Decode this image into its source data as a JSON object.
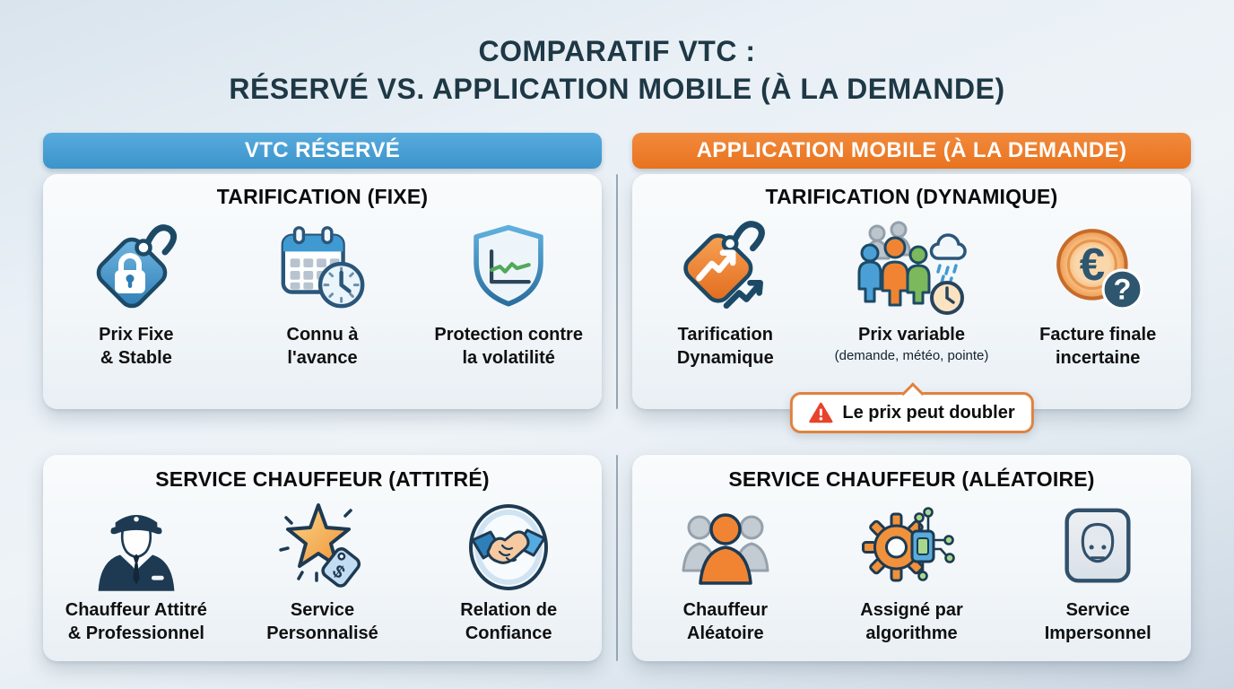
{
  "title": {
    "line1": "COMPARATIF VTC :",
    "line2": "RÉSERVÉ VS. APPLICATION MOBILE (À LA DEMANDE)"
  },
  "left": {
    "header": "VTC RÉSERVÉ",
    "tarification": {
      "title": "TARIFICATION (FIXE)",
      "items": [
        {
          "icon": "price-tag-lock-icon",
          "label": "Prix Fixe\n& Stable"
        },
        {
          "icon": "calendar-clock-icon",
          "label": "Connu à\nl'avance"
        },
        {
          "icon": "shield-chart-icon",
          "label": "Protection contre\nla volatilité"
        }
      ]
    },
    "service": {
      "title": "SERVICE CHAUFFEUR (ATTITRÉ)",
      "items": [
        {
          "icon": "chauffeur-cap-icon",
          "label": "Chauffeur Attitré\n& Professionnel"
        },
        {
          "icon": "star-price-tag-icon",
          "label": "Service\nPersonnalisé"
        },
        {
          "icon": "handshake-icon",
          "label": "Relation de\nConfiance"
        }
      ]
    }
  },
  "right": {
    "header": "APPLICATION MOBILE (À LA DEMANDE)",
    "tarification": {
      "title": "TARIFICATION (DYNAMIQUE)",
      "items": [
        {
          "icon": "price-tag-trend-icon",
          "label": "Tarification\nDynamique"
        },
        {
          "icon": "crowd-weather-clock-icon",
          "label": "Prix variable",
          "sublabel": "(demande, météo, pointe)"
        },
        {
          "icon": "euro-question-icon",
          "label": "Facture finale\nincertaine"
        }
      ],
      "warning": "Le prix peut doubler"
    },
    "service": {
      "title": "SERVICE CHAUFFEUR (ALÉATOIRE)",
      "items": [
        {
          "icon": "random-drivers-icon",
          "label": "Chauffeur\nAléatoire"
        },
        {
          "icon": "gear-circuit-icon",
          "label": "Assigné par\nalgorithme"
        },
        {
          "icon": "faceless-user-icon",
          "label": "Service\nImpersonnel"
        }
      ]
    }
  },
  "glyphs": {
    "euro": "€",
    "question": "?",
    "dollar": "$"
  },
  "colors": {
    "reserved_header_blue": "#429fd6",
    "mobile_header_orange": "#ee7c2b",
    "title_text": "#1e3845",
    "warning_border": "#e0823f",
    "warning_icon_red": "#e8432b",
    "card_background": "#f3f7fa",
    "divider": "#98a8b4"
  }
}
